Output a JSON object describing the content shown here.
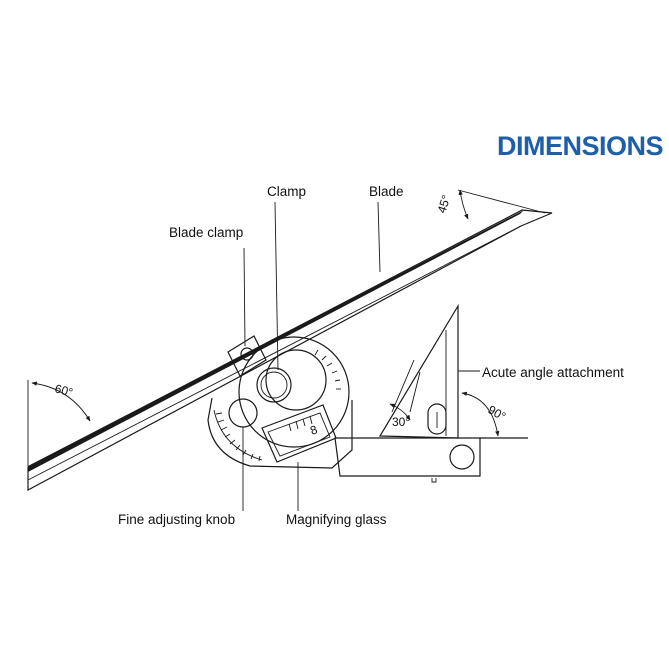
{
  "heading": "DIMENSIONS",
  "colors": {
    "heading": "#1f5fa8",
    "ink": "#1a1a1a"
  },
  "labels": {
    "clamp": "Clamp",
    "blade": "Blade",
    "blade_clamp": "Blade clamp",
    "acute_angle_attachment": "Acute angle attachment",
    "fine_adjusting_knob": "Fine adjusting knob",
    "magnifying_glass": "Magnifying glass"
  },
  "angles": {
    "a45": "45°",
    "a60": "60°",
    "a30": "30°",
    "a90": "90°"
  }
}
